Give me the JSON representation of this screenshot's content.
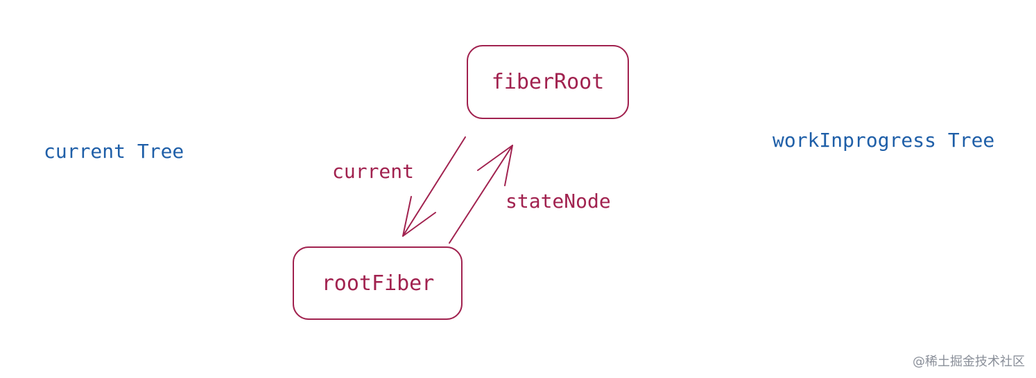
{
  "colors": {
    "node_stroke": "#a1224f",
    "node_text": "#a1224f",
    "tree_label": "#1f5fa8",
    "watermark": "#8a8f99"
  },
  "nodes": {
    "fiber_root": {
      "label": "fiberRoot"
    },
    "root_fiber": {
      "label": "rootFiber"
    }
  },
  "edges": {
    "current": {
      "label": "current",
      "from": "fiberRoot",
      "to": "rootFiber"
    },
    "state_node": {
      "label": "stateNode",
      "from": "rootFiber",
      "to": "fiberRoot"
    }
  },
  "trees": {
    "current_tree": {
      "label": "current Tree"
    },
    "work_in_progress_tree": {
      "label": "workInprogress Tree"
    }
  },
  "watermark": {
    "text": "@稀土掘金技术社区"
  }
}
